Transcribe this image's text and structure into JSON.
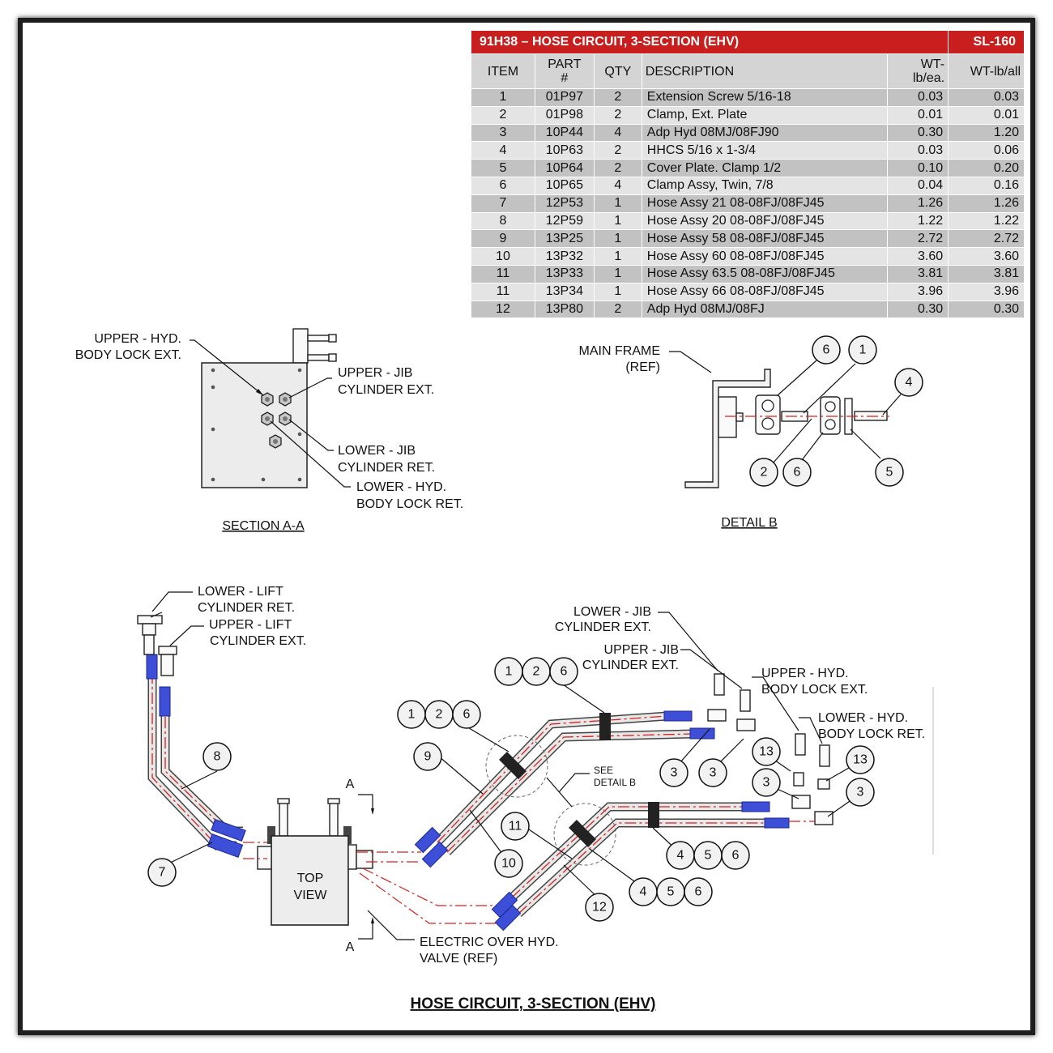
{
  "table": {
    "title": "91H38 – HOSE CIRCUIT, 3-SECTION (EHV)",
    "sheet": "SL-160",
    "headers": {
      "item": "ITEM",
      "part_l1": "PART",
      "part_l2": "#",
      "qty": "QTY",
      "desc": "DESCRIPTION",
      "wt_l1": "WT-",
      "wt_l2": "lb/ea.",
      "wtall": "WT-lb/all"
    },
    "rows": [
      {
        "item": "1",
        "part": "01P97",
        "qty": "2",
        "desc": "Extension Screw 5/16-18",
        "wt": "0.03",
        "wtall": "0.03"
      },
      {
        "item": "2",
        "part": "01P98",
        "qty": "2",
        "desc": "Clamp, Ext. Plate",
        "wt": "0.01",
        "wtall": "0.01"
      },
      {
        "item": "3",
        "part": "10P44",
        "qty": "4",
        "desc": "Adp Hyd 08MJ/08FJ90",
        "wt": "0.30",
        "wtall": "1.20"
      },
      {
        "item": "4",
        "part": "10P63",
        "qty": "2",
        "desc": "HHCS 5/16 x 1-3/4",
        "wt": "0.03",
        "wtall": "0.06"
      },
      {
        "item": "5",
        "part": "10P64",
        "qty": "2",
        "desc": "Cover Plate. Clamp 1/2",
        "wt": "0.10",
        "wtall": "0.20"
      },
      {
        "item": "6",
        "part": "10P65",
        "qty": "4",
        "desc": "Clamp Assy, Twin, 7/8",
        "wt": "0.04",
        "wtall": "0.16"
      },
      {
        "item": "7",
        "part": "12P53",
        "qty": "1",
        "desc": "Hose Assy 21 08-08FJ/08FJ45",
        "wt": "1.26",
        "wtall": "1.26"
      },
      {
        "item": "8",
        "part": "12P59",
        "qty": "1",
        "desc": "Hose Assy 20 08-08FJ/08FJ45",
        "wt": "1.22",
        "wtall": "1.22"
      },
      {
        "item": "9",
        "part": "13P25",
        "qty": "1",
        "desc": "Hose Assy 58 08-08FJ/08FJ45",
        "wt": "2.72",
        "wtall": "2.72"
      },
      {
        "item": "10",
        "part": "13P32",
        "qty": "1",
        "desc": "Hose Assy 60 08-08FJ/08FJ45",
        "wt": "3.60",
        "wtall": "3.60"
      },
      {
        "item": "11",
        "part": "13P33",
        "qty": "1",
        "desc": "Hose Assy 63.5 08-08FJ/08FJ45",
        "wt": "3.81",
        "wtall": "3.81"
      },
      {
        "item": "11",
        "part": "13P34",
        "qty": "1",
        "desc": "Hose Assy 66 08-08FJ/08FJ45",
        "wt": "3.96",
        "wtall": "3.96"
      },
      {
        "item": "12",
        "part": "13P80",
        "qty": "2",
        "desc": "Adp Hyd 08MJ/08FJ",
        "wt": "0.30",
        "wtall": "0.30"
      }
    ]
  },
  "section_aa": {
    "title": "SECTION A-A",
    "upper_hyd_1": "UPPER - HYD.",
    "upper_hyd_2": "BODY LOCK EXT.",
    "upper_jib_1": "UPPER - JIB",
    "upper_jib_2": "CYLINDER EXT.",
    "lower_jib_1": "LOWER - JIB",
    "lower_jib_2": "CYLINDER RET.",
    "lower_hyd_1": "LOWER - HYD.",
    "lower_hyd_2": "BODY LOCK RET."
  },
  "detail_b": {
    "title": "DETAIL B",
    "main_frame_1": "MAIN FRAME",
    "main_frame_2": "(REF)",
    "balloons": [
      "6",
      "1",
      "4",
      "2",
      "6",
      "5"
    ]
  },
  "main_view": {
    "title": "HOSE CIRCUIT, 3-SECTION (EHV)",
    "lower_lift_1": "LOWER - LIFT",
    "lower_lift_2": "CYLINDER RET.",
    "upper_lift_1": "UPPER - LIFT",
    "upper_lift_2": "CYLINDER EXT.",
    "lower_jib_1": "LOWER - JIB",
    "lower_jib_2": "CYLINDER EXT.",
    "upper_jib_1": "UPPER - JIB",
    "upper_jib_2": "CYLINDER EXT.",
    "upper_hyd_1": "UPPER - HYD.",
    "upper_hyd_2": "BODY LOCK EXT.",
    "lower_hyd_1": "LOWER - HYD.",
    "lower_hyd_2": "BODY LOCK RET.",
    "top_view_1": "TOP",
    "top_view_2": "VIEW",
    "section_marker": "A",
    "see_detail_1": "SEE",
    "see_detail_2": "DETAIL B",
    "valve_1": "ELECTRIC OVER HYD.",
    "valve_2": "VALVE (REF)",
    "balloons": [
      "1",
      "2",
      "6",
      "1",
      "2",
      "6",
      "9",
      "8",
      "7",
      "10",
      "11",
      "12",
      "3",
      "3",
      "13",
      "13",
      "3",
      "3",
      "4",
      "5",
      "6",
      "4",
      "5",
      "6"
    ]
  }
}
